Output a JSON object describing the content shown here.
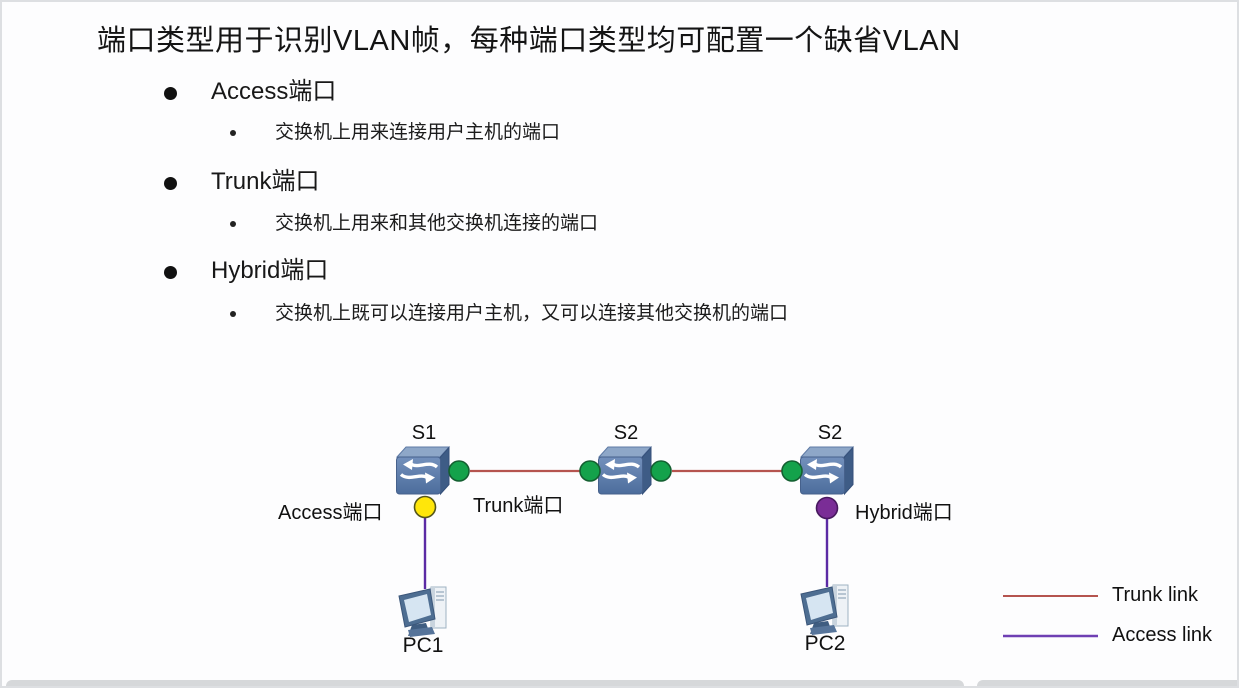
{
  "slide": {
    "title": "端口类型用于识别VLAN帧，每种端口类型均可配置一个缺省VLAN",
    "bullets": [
      {
        "label": "Access端口",
        "desc": "交换机上用来连接用户主机的端口"
      },
      {
        "label": "Trunk端口",
        "desc": "交换机上用来和其他交换机连接的端口"
      },
      {
        "label": "Hybrid端口",
        "desc": "交换机上既可以连接用户主机，又可以连接其他交换机的端口"
      }
    ]
  },
  "diagram": {
    "nodes": {
      "switch1": "S1",
      "switch2": "S2",
      "switch3": "S2",
      "pc1": "PC1",
      "pc2": "PC2"
    },
    "port_labels": {
      "access": "Access端口",
      "trunk": "Trunk端口",
      "hybrid": "Hybrid端口"
    },
    "colors": {
      "trunk_link": "#b5544f",
      "access_link": "#5b2aa4",
      "trunk_port_fill": "#14a24b",
      "trunk_port_stroke": "#145f31",
      "access_port_fill": "#ffe60a",
      "access_port_stroke": "#55561a",
      "hybrid_port_fill": "#7a2d96",
      "hybrid_port_stroke": "#47195e"
    },
    "legend": [
      {
        "label": "Trunk link",
        "color": "#b5544f"
      },
      {
        "label": "Access link",
        "color": "#6f3fb3"
      }
    ]
  }
}
